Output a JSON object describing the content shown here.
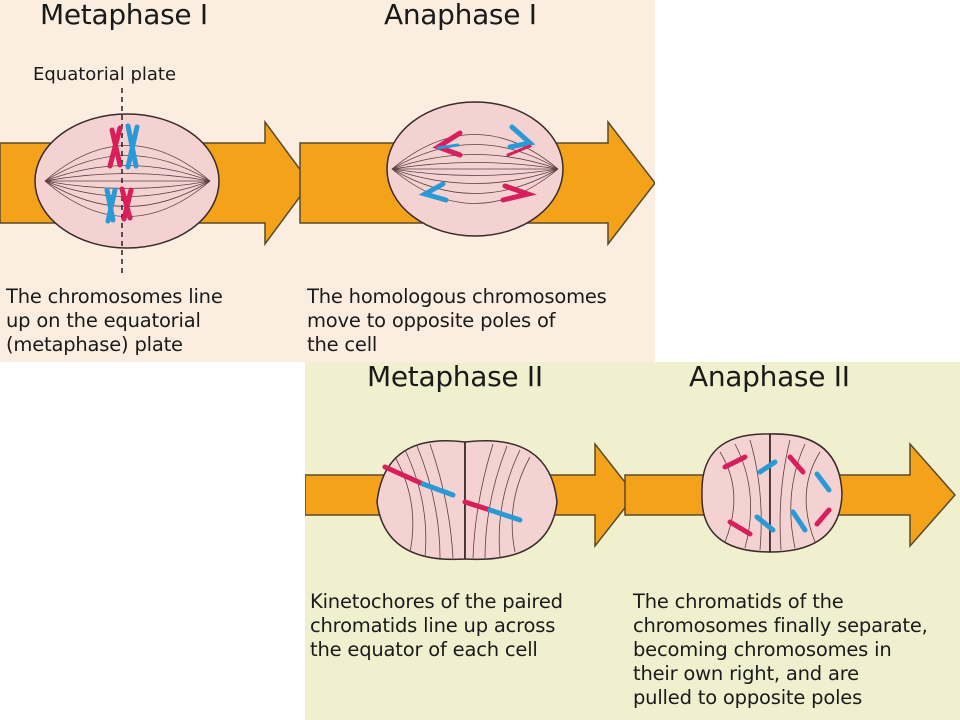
{
  "colors": {
    "panel_top_bg": "#fbeee0",
    "panel_bottom_bg": "#f0f0cf",
    "arrow": "#f4a21a",
    "arrow_stroke": "#5a4a2a",
    "cell_fill": "#f4d2d2",
    "chromosome_red": "#d81e5b",
    "chromosome_blue": "#2a9ad6"
  },
  "stages": [
    {
      "title": "Metaphase I",
      "caption": "The chromosomes line\nup on the equatorial\n(metaphase) plate"
    },
    {
      "title": "Anaphase I",
      "caption": "The homologous chromosomes\nmove to opposite poles of\nthe cell"
    },
    {
      "title": "Metaphase II",
      "caption": "Kinetochores of the paired\nchromatids line up across\nthe equator of each cell"
    },
    {
      "title": "Anaphase II",
      "caption": "The chromatids of the\nchromosomes finally separate,\nbecoming chromosomes in\ntheir own right, and are\npulled to opposite poles"
    }
  ],
  "labels": {
    "equatorial_plate": "Equatorial plate"
  }
}
